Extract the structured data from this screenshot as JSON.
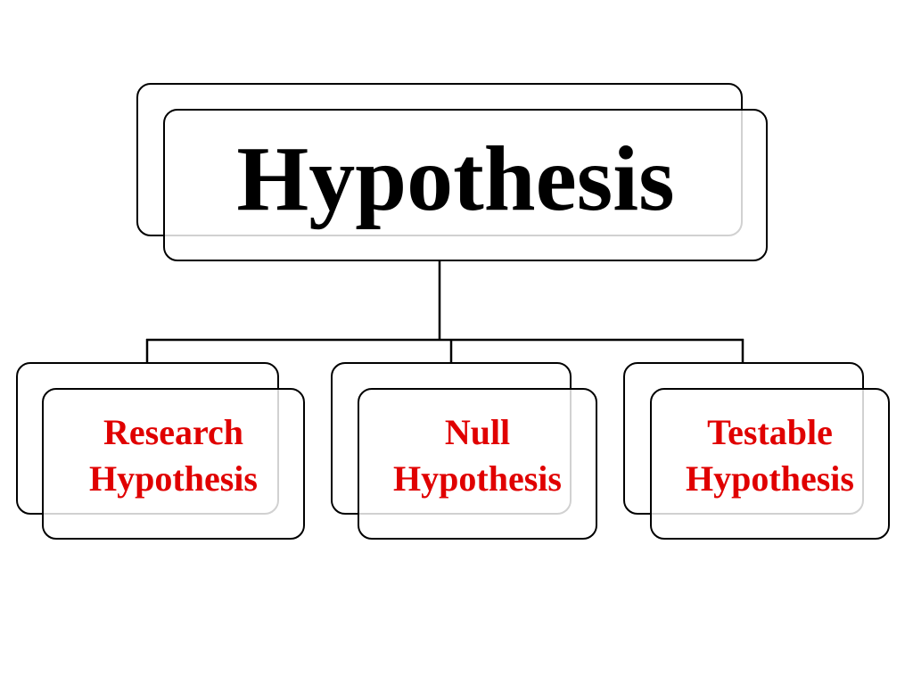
{
  "root": {
    "label": "Hypothesis"
  },
  "children": [
    {
      "line1": "Research",
      "line2": "Hypothesis"
    },
    {
      "line1": "Null",
      "line2": "Hypothesis"
    },
    {
      "line1": "Testable",
      "line2": "Hypothesis"
    }
  ],
  "colors": {
    "root_text": "#000000",
    "child_text": "#e00000",
    "border": "#000000",
    "background": "#ffffff"
  }
}
